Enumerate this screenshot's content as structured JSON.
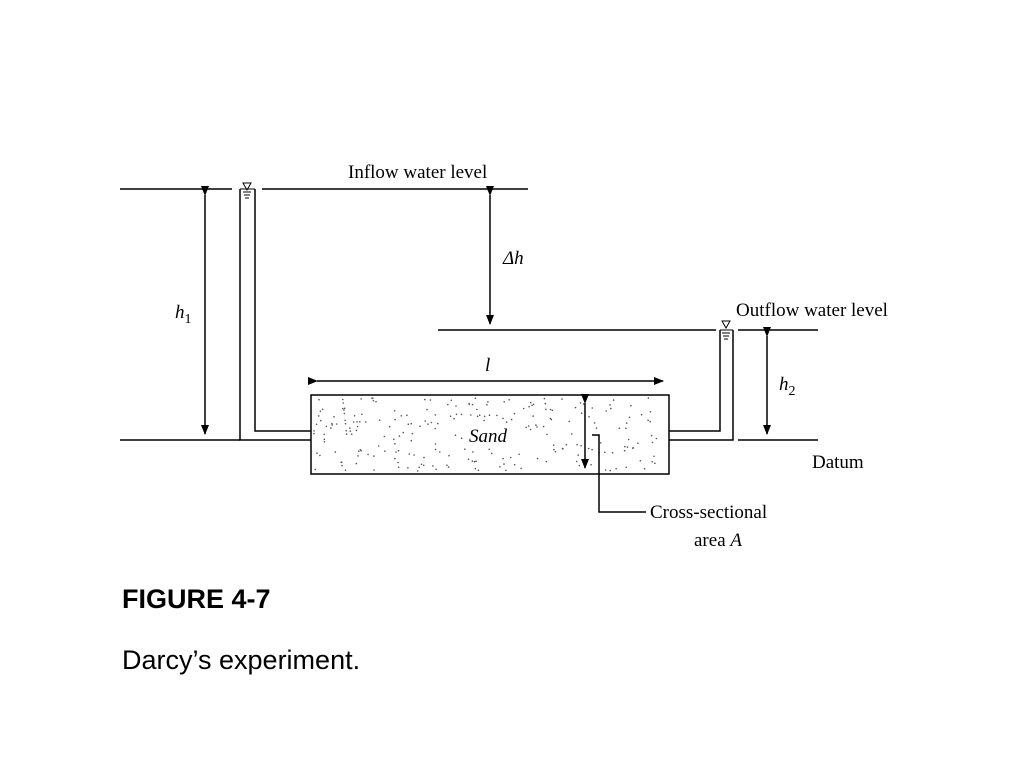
{
  "diagram": {
    "labels": {
      "inflow": "Inflow water level",
      "outflow": "Outflow water level",
      "delta_h": "Δh",
      "h1_base": "h",
      "h1_sub": "1",
      "h2_base": "h",
      "h2_sub": "2",
      "length": "l",
      "sand": "Sand",
      "datum": "Datum",
      "cross_line1": "Cross-sectional",
      "cross_line2_text": "area ",
      "cross_line2_var": "A"
    }
  },
  "figure": {
    "number": "FIGURE 4-7",
    "caption": "Darcy’s experiment."
  }
}
